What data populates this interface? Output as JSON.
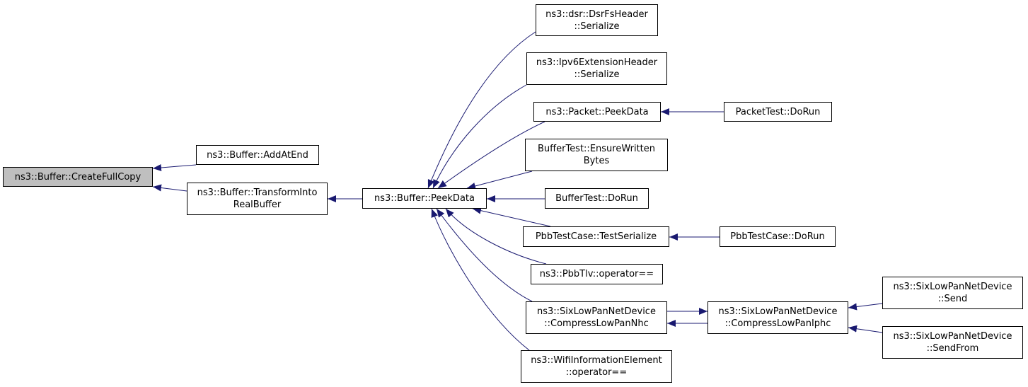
{
  "colors": {
    "edge": "#191970",
    "node_border": "#000000",
    "node_fill": "#ffffff",
    "root_fill": "#bfbfbf"
  },
  "nodes": {
    "create_full_copy": {
      "lines": [
        "ns3::Buffer::CreateFullCopy"
      ]
    },
    "add_at_end": {
      "lines": [
        "ns3::Buffer::AddAtEnd"
      ]
    },
    "transform_into_real_buffer": {
      "lines": [
        "ns3::Buffer::TransformInto",
        "RealBuffer"
      ]
    },
    "peek_data": {
      "lines": [
        "ns3::Buffer::PeekData"
      ]
    },
    "dsr_serialize": {
      "lines": [
        "ns3::dsr::DsrFsHeader",
        "::Serialize"
      ]
    },
    "ipv6_serialize": {
      "lines": [
        "ns3::Ipv6ExtensionHeader",
        "::Serialize"
      ]
    },
    "packet_peek_data": {
      "lines": [
        "ns3::Packet::PeekData"
      ]
    },
    "packet_test_do_run": {
      "lines": [
        "PacketTest::DoRun"
      ]
    },
    "ensure_written_bytes": {
      "lines": [
        "BufferTest::EnsureWritten",
        "Bytes"
      ]
    },
    "buffer_test_do_run": {
      "lines": [
        "BufferTest::DoRun"
      ]
    },
    "pbb_test_serialize": {
      "lines": [
        "PbbTestCase::TestSerialize"
      ]
    },
    "pbb_test_do_run": {
      "lines": [
        "PbbTestCase::DoRun"
      ]
    },
    "pbb_tlv_operator": {
      "lines": [
        "ns3::PbbTlv::operator=="
      ]
    },
    "compress_nhc": {
      "lines": [
        "ns3::SixLowPanNetDevice",
        "::CompressLowPanNhc"
      ]
    },
    "compress_iphc": {
      "lines": [
        "ns3::SixLowPanNetDevice",
        "::CompressLowPanIphc"
      ]
    },
    "six_send": {
      "lines": [
        "ns3::SixLowPanNetDevice",
        "::Send"
      ]
    },
    "six_send_from": {
      "lines": [
        "ns3::SixLowPanNetDevice",
        "::SendFrom"
      ]
    },
    "wifi_operator": {
      "lines": [
        "ns3::WifiInformationElement",
        "::operator=="
      ]
    }
  }
}
